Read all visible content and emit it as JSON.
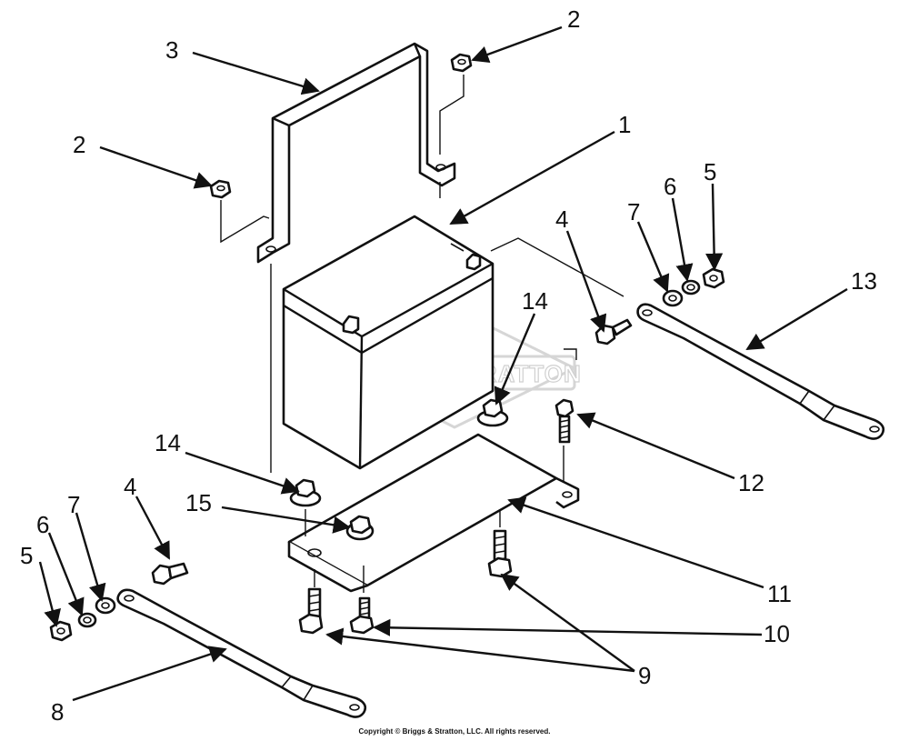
{
  "watermark": {
    "brand_text": "BRIGGS&STRATTON"
  },
  "callouts": {
    "c1": "1",
    "c2a": "2",
    "c2b": "2",
    "c3": "3",
    "c4a": "4",
    "c4b": "4",
    "c5a": "5",
    "c5b": "5",
    "c6a": "6",
    "c6b": "6",
    "c7a": "7",
    "c7b": "7",
    "c8": "8",
    "c9": "9",
    "c10": "10",
    "c11": "11",
    "c12": "12",
    "c13": "13",
    "c14a": "14",
    "c14b": "14",
    "c15": "15"
  },
  "footer": {
    "copyright": "Copyright © Briggs & Stratton, LLC. All rights reserved."
  }
}
